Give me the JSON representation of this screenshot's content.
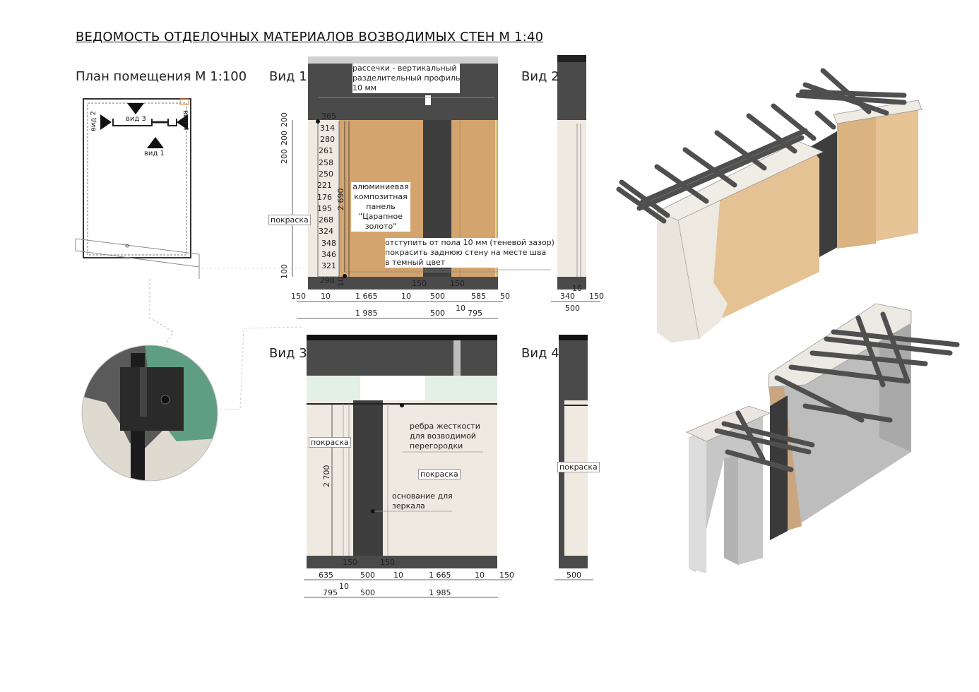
{
  "title": "ВЕДОМОСТЬ ОТДЕЛОЧНЫХ МАТЕРИАЛОВ ВОЗВОДИМЫХ СТЕН М 1:40",
  "plan": {
    "heading": "План помещения М 1:100",
    "label_v1": "вид 1",
    "label_v2": "вид 2",
    "label_v3": "вид 3",
    "label_v4": "вид 4"
  },
  "view1": {
    "heading": "Вид 1",
    "note_top": [
      "рассечки - вертикальный",
      "разделительный профиль",
      "10 мм"
    ],
    "note_panel": [
      "алюминиевая",
      "композитная",
      "панель",
      "\"Царапное",
      "золото\""
    ],
    "note_floor": [
      "отступить от пола 10 мм (теневой зазор)",
      "покрасить заднюю стену на месте шва",
      "в темный цвет"
    ],
    "paint": "покраска",
    "levels": [
      "365",
      "314",
      "280",
      "261",
      "258",
      "250",
      "221",
      "176",
      "195",
      "268",
      "324",
      "348",
      "346",
      "321",
      "298"
    ],
    "height": "2 690",
    "vdims": [
      "200",
      "200",
      "200",
      "100",
      "10"
    ],
    "dims_row1": [
      "150",
      "10",
      "1 665",
      "10",
      "150",
      "500",
      "150",
      "585",
      "50"
    ],
    "dims_row2": [
      "1 985",
      "500",
      "10",
      "795"
    ]
  },
  "view2": {
    "heading": "Вид 2",
    "dims": [
      "10",
      "340",
      "150",
      "500"
    ]
  },
  "view3": {
    "heading": "Вид 3",
    "paint_left": "покраска",
    "paint_mid": "покраска",
    "note_ribs": [
      "ребра жесткости",
      "для возводимой",
      "перегородки"
    ],
    "note_mirror": [
      "основание для",
      "зеркала"
    ],
    "height": "2 700",
    "dims_inner": [
      "150",
      "150"
    ],
    "dims_row1": [
      "635",
      "500",
      "10",
      "1 665",
      "10",
      "150"
    ],
    "dims_row2": [
      "10",
      "795",
      "500",
      "1 985"
    ]
  },
  "view4": {
    "heading": "Вид 4",
    "paint": "покраска",
    "dims": [
      "500"
    ]
  },
  "colors": {
    "dark": "#4a4a4a",
    "gold": "#d4a46e",
    "cream": "#efe9e1",
    "light_grey": "#c9c9c9",
    "green": "#5b9c7e",
    "frame": "#505050"
  }
}
